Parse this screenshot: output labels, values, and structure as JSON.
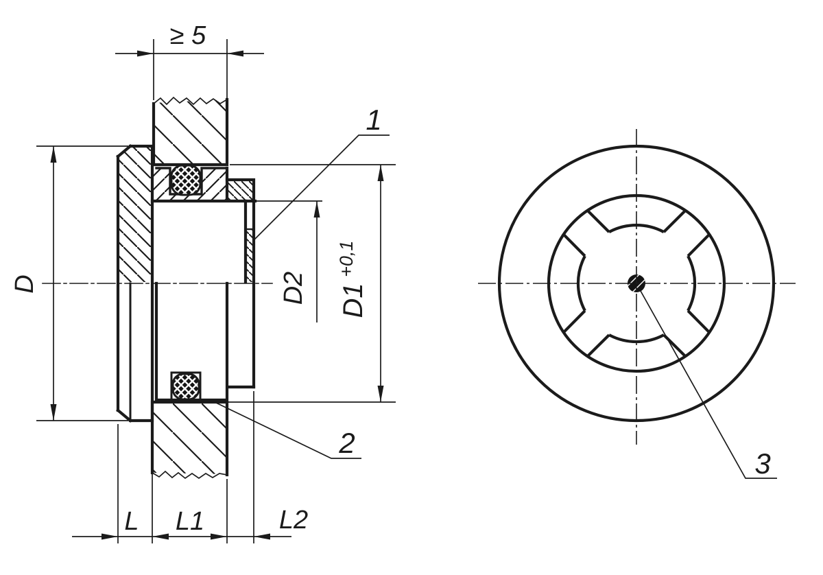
{
  "drawing": {
    "colors": {
      "line": "#1b1b1b",
      "background": "#ffffff"
    },
    "dimensions": {
      "min_wall_thickness": {
        "label": "≥ 5"
      },
      "outer_diameter": {
        "label": "D"
      },
      "window_diameter": {
        "label": "D2"
      },
      "bore_diameter": {
        "label": "D1",
        "tolerance": "+0,1"
      },
      "length_l": {
        "label": "L"
      },
      "length_l1": {
        "label": "L1"
      },
      "length_l2": {
        "label": "L2"
      }
    },
    "callouts": {
      "item1": {
        "number": "1"
      },
      "item2": {
        "number": "2"
      },
      "item3": {
        "number": "3"
      }
    }
  }
}
